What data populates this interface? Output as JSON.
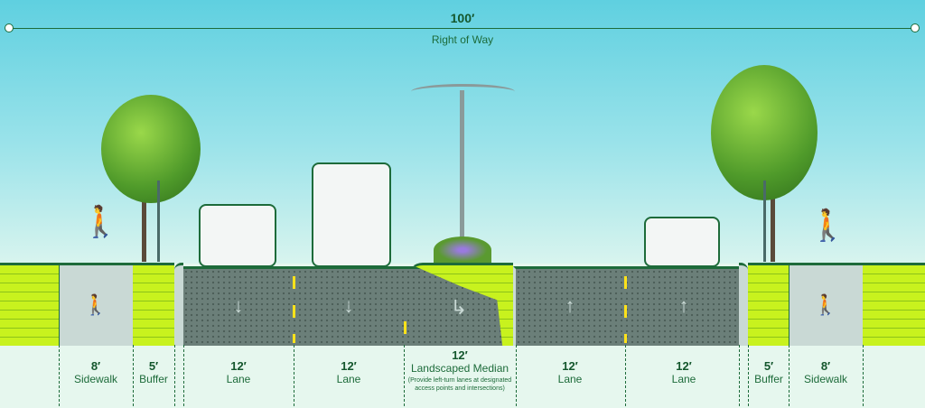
{
  "header": {
    "width": "100′",
    "title": "Right of Way"
  },
  "segments": [
    {
      "width": "8′",
      "name": "Sidewalk"
    },
    {
      "width": "5′",
      "name": "Buffer"
    },
    {
      "width": "12′",
      "name": "Lane"
    },
    {
      "width": "12′",
      "name": "Lane"
    },
    {
      "width": "12′",
      "name": "Landscaped Median",
      "note": "(Provide left-turn lanes at designated access points and intersections)"
    },
    {
      "width": "12′",
      "name": "Lane"
    },
    {
      "width": "12′",
      "name": "Lane"
    },
    {
      "width": "5′",
      "name": "Buffer"
    },
    {
      "width": "8′",
      "name": "Sidewalk"
    }
  ],
  "colors": {
    "grass": "#c8f21e",
    "road": "#6b7f79",
    "text": "#1d6b3a",
    "stripe": "#ffe21a"
  }
}
